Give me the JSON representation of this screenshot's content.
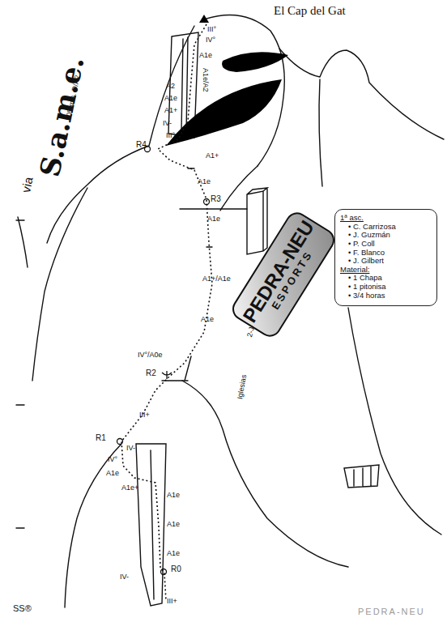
{
  "diagram": {
    "title": "El Cap del Gat",
    "nodes": [
      {
        "text": [
          "PEDRA-NEU",
          "ESPORTS"
        ]
      },
      {
        "text": [
          "1ª asc.",
          "• C. Carrizosa",
          "• J. Guzmán",
          "• P. Coll",
          "• F. Blanco",
          "• J. Gilbert",
          "Material:",
          "• 1 Chapa",
          "• 1 pitonisa",
          "• 3/4 horas"
        ]
      }
    ],
    "labels": [
      "via",
      "S.a.m.e.",
      "105 mts. D/A2",
      "III°",
      "IV°",
      "A1e",
      "A1e/A2",
      "A2",
      "A1e",
      "A1+",
      "IV-",
      "III°",
      "R4",
      "A1+",
      "A1e",
      "R3",
      "A1e",
      "A1+/A1e",
      "A1e",
      "IV°/A0e",
      "R2",
      "III+",
      "R1",
      "IV-",
      "IV°",
      "A1e",
      "A1e+",
      "A1e",
      "A1e",
      "A1e",
      "IV-",
      "R0",
      "III+",
      "Iglesias",
      "2-J-2",
      "SS®",
      "PEDRA-NEU"
    ]
  }
}
